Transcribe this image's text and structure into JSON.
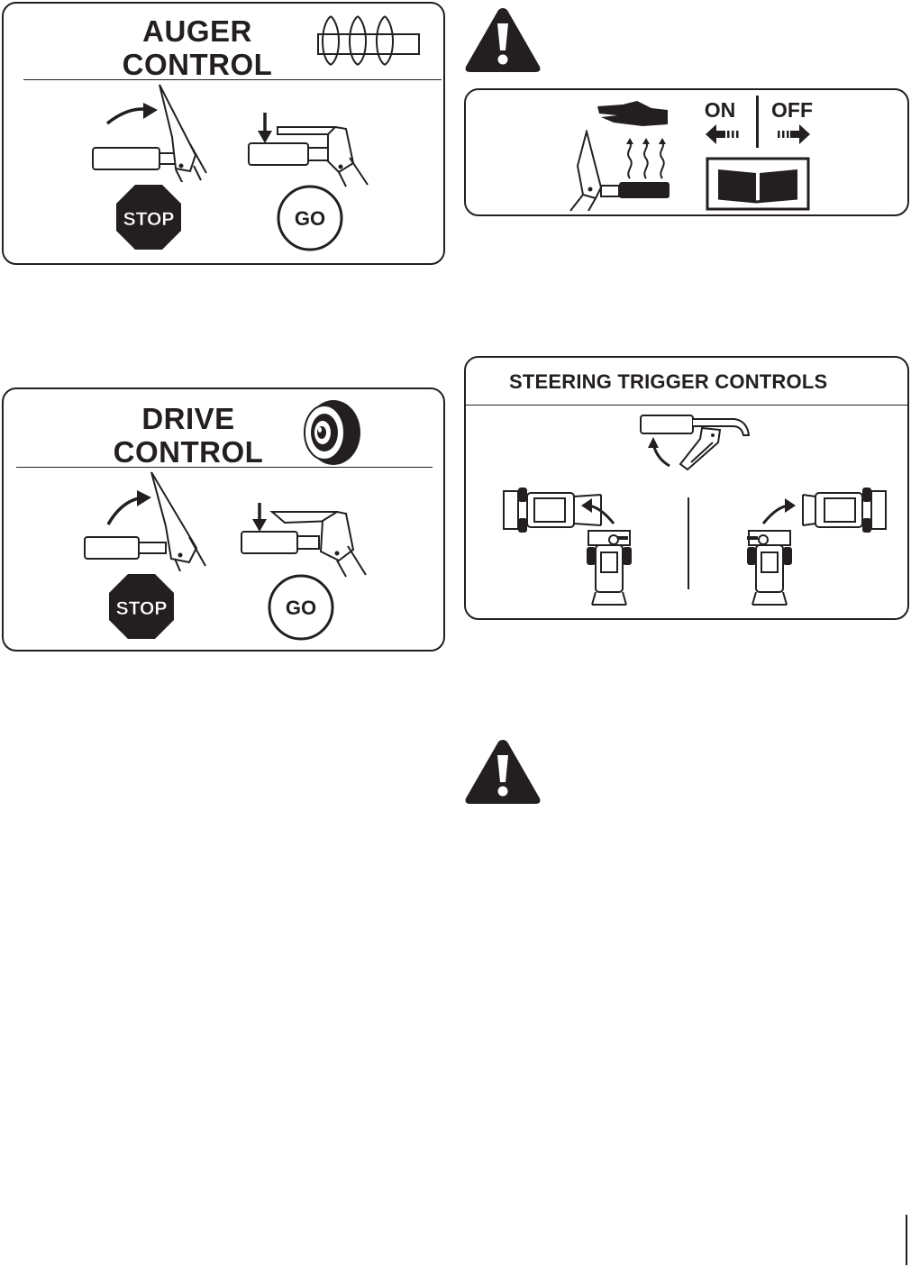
{
  "auger_panel": {
    "title_line1": "AUGER",
    "title_line2": "CONTROL",
    "stop_label": "STOP",
    "go_label": "GO"
  },
  "drive_panel": {
    "title_line1": "DRIVE",
    "title_line2": "CONTROL",
    "stop_label": "STOP",
    "go_label": "GO"
  },
  "heated_grip_panel": {
    "on_label": "ON",
    "off_label": "OFF"
  },
  "steering_panel": {
    "title": "STEERING TRIGGER CONTROLS"
  },
  "icons": {
    "warning": "warning-triangle-icon",
    "auger": "auger-spiral-icon",
    "wheel": "tire-wheel-icon",
    "hand": "hand-icon",
    "heat": "heat-waves-icon",
    "switch": "rocker-switch-icon",
    "stop": "stop-sign-icon",
    "go": "go-circle-icon"
  }
}
